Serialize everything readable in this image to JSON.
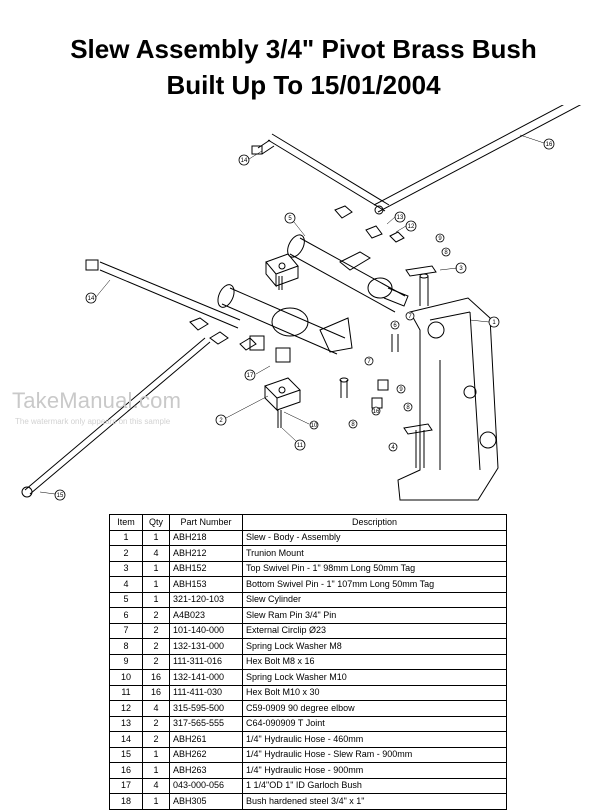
{
  "title": {
    "line1": "Slew Assembly 3/4\" Pivot Brass Bush",
    "line2": "Built Up To 15/01/2004"
  },
  "watermark": {
    "brand": "TakeManual.com",
    "note": "The watermark only appears on this sample"
  },
  "diagram": {
    "callouts": [
      "1",
      "2",
      "3",
      "4",
      "5",
      "6",
      "7",
      "7",
      "8",
      "9",
      "9",
      "10",
      "11",
      "12",
      "13",
      "14",
      "14",
      "15",
      "16",
      "16",
      "17",
      "18"
    ]
  },
  "table": {
    "headers": [
      "Item",
      "Qty",
      "Part Number",
      "Description"
    ],
    "rows": [
      [
        "1",
        "1",
        "ABH218",
        "Slew - Body - Assembly"
      ],
      [
        "2",
        "4",
        "ABH212",
        "Trunion Mount"
      ],
      [
        "3",
        "1",
        "ABH152",
        "Top Swivel Pin - 1\" 98mm Long 50mm Tag"
      ],
      [
        "4",
        "1",
        "ABH153",
        "Bottom Swivel Pin - 1\" 107mm Long 50mm Tag"
      ],
      [
        "5",
        "1",
        "321-120-103",
        "Slew Cylinder"
      ],
      [
        "6",
        "2",
        "A4B023",
        "Slew Ram Pin 3/4\" Pin"
      ],
      [
        "7",
        "2",
        "101-140-000",
        "External Circlip Ø23"
      ],
      [
        "8",
        "2",
        "132-131-000",
        "Spring Lock Washer M8"
      ],
      [
        "9",
        "2",
        "111-311-016",
        "Hex Bolt M8 x 16"
      ],
      [
        "10",
        "16",
        "132-141-000",
        "Spring Lock Washer M10"
      ],
      [
        "11",
        "16",
        "111-411-030",
        "Hex Bolt M10 x 30"
      ],
      [
        "12",
        "4",
        "315-595-500",
        "C59-0909 90 degree elbow"
      ],
      [
        "13",
        "2",
        "317-565-555",
        "C64-090909 T Joint"
      ],
      [
        "14",
        "2",
        "ABH261",
        "1/4\" Hydraulic Hose - 460mm"
      ],
      [
        "15",
        "1",
        "ABH262",
        "1/4\" Hydraulic Hose - Slew Ram - 900mm"
      ],
      [
        "16",
        "1",
        "ABH263",
        "1/4\" Hydraulic Hose - 900mm"
      ],
      [
        "17",
        "4",
        "043-000-056",
        "1 1/4\"OD 1\" ID Garloch Bush"
      ],
      [
        "18",
        "1",
        "ABH305",
        "Bush hardened steel 3/4\" x 1\""
      ]
    ]
  }
}
